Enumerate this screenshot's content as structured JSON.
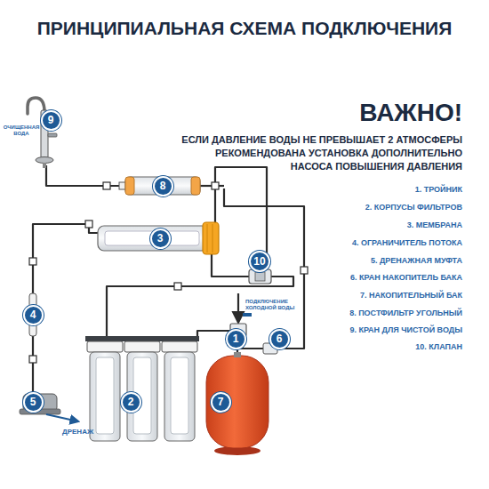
{
  "diagram": {
    "title": "ПРИНЦИПИАЛЬНАЯ СХЕМА ПОДКЛЮЧЕНИЯ",
    "nodes": [
      {
        "text": [
          "9"
        ]
      },
      {
        "text": [
          "8"
        ]
      },
      {
        "text": [
          "3"
        ]
      },
      {
        "text": [
          "10"
        ]
      },
      {
        "text": [
          "4"
        ]
      },
      {
        "text": [
          "1"
        ]
      },
      {
        "text": [
          "6"
        ]
      },
      {
        "text": [
          "5"
        ]
      },
      {
        "text": [
          "2"
        ]
      },
      {
        "text": [
          "7"
        ]
      }
    ],
    "labels": [
      "ВАЖНО!",
      "ЕСЛИ ДАВЛЕНИЕ ВОДЫ НЕ ПРЕВЫШАЕТ 2 АТМОСФЕРЫ РЕКОМЕНДОВАНА УСТАНОВКА ДОПОЛНИТЕЛЬНО НАСОСА ПОВЫШЕНИЯ ДАВЛЕНИЯ",
      "ОЧИЩЕННАЯ ВОДА",
      "1. ТРОЙНИК",
      "2. КОРПУСЫ ФИЛЬТРОВ",
      "3. МЕМБРАНА",
      "4. ОГРАНИЧИТЕЛЬ ПОТОКА",
      "5. ДРЕНАЖНАЯ МУФТА",
      "6. КРАН НАКОПИТЕЛЬ БАКА",
      "7. НАКОПИТЕЛЬНЫЙ БАК",
      "8. ПОСТФИЛЬТР УГОЛЬНЫЙ",
      "9. КРАН ДЛЯ ЧИСТОЙ ВОДЫ",
      "10. КЛАПАН",
      "ПОДКЛЮЧЕНИЕ ХОЛОДНОЙ ВОДЫ",
      "ДРЕНАЖ"
    ]
  }
}
